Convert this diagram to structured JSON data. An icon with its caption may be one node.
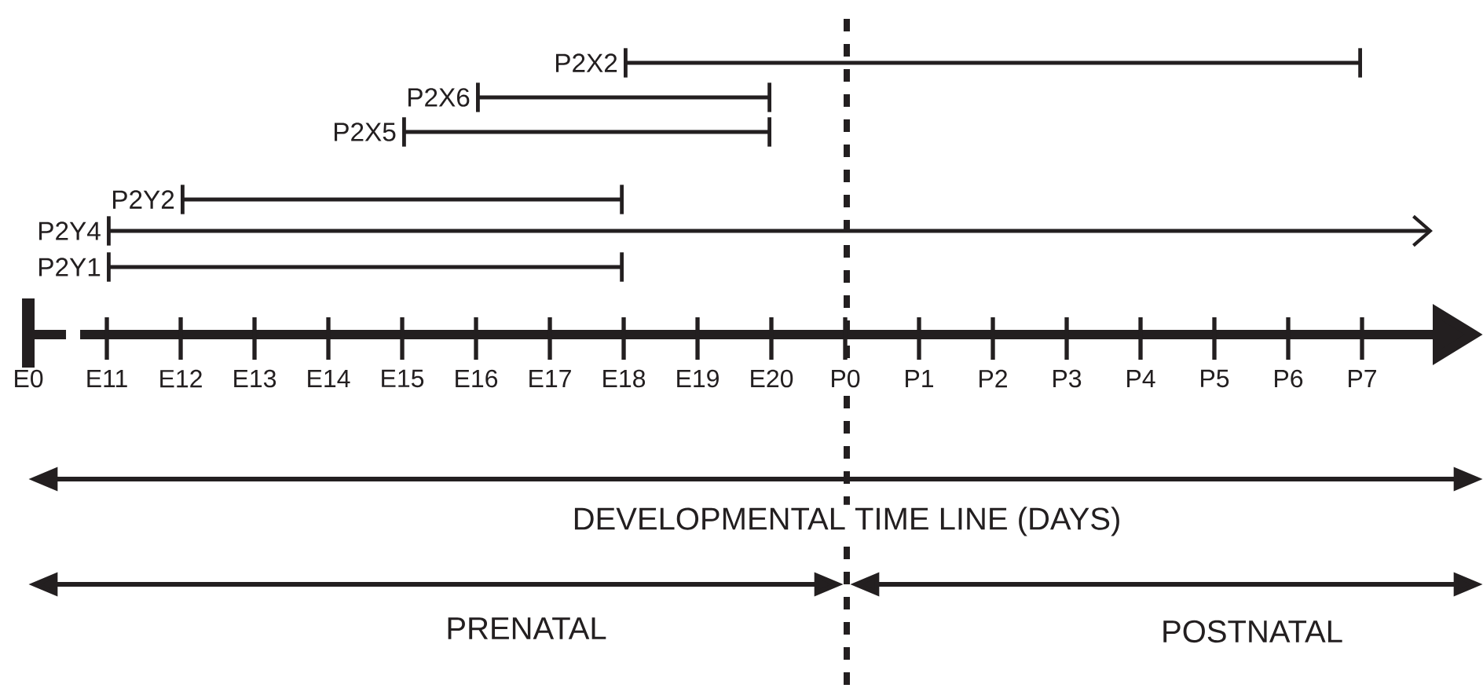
{
  "diagram": {
    "labels": [
      "P2X2",
      "P2X6",
      "P2X5",
      "P2Y2",
      "P2Y4",
      "P2Y1",
      "E0",
      "E11",
      "E12",
      "E13",
      "E14",
      "E15",
      "E16",
      "E17",
      "E18",
      "E19",
      "E20",
      "P0",
      "P1",
      "P2",
      "P3",
      "P4",
      "P5",
      "P6",
      "P7",
      "DEVELOPMENTAL TIME LINE (DAYS)",
      "PRENATAL",
      "POSTNATAL"
    ]
  }
}
